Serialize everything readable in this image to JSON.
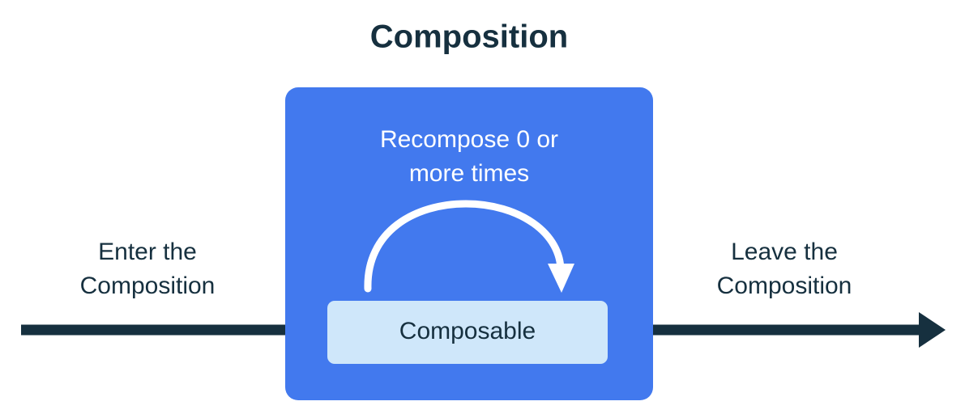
{
  "diagram": {
    "title": "Composition",
    "outer_box": {
      "label_line1": "Recompose 0 or",
      "label_line2": "more times",
      "fill_color": "#4279ee"
    },
    "inner_box": {
      "label": "Composable",
      "fill_color": "#cfe7fa"
    },
    "left_label": {
      "line1": "Enter the",
      "line2": "Composition"
    },
    "right_label": {
      "line1": "Leave the",
      "line2": "Composition"
    },
    "colors": {
      "ink": "#16303f",
      "blue": "#4279ee",
      "light_blue": "#cfe7fa",
      "white": "#ffffff",
      "background": "#ffffff"
    },
    "icons": {
      "entry_arrow": "arrow-right-icon",
      "exit_arrow": "arrow-right-icon",
      "recompose_arrow": "curved-loop-arrow-icon"
    }
  }
}
